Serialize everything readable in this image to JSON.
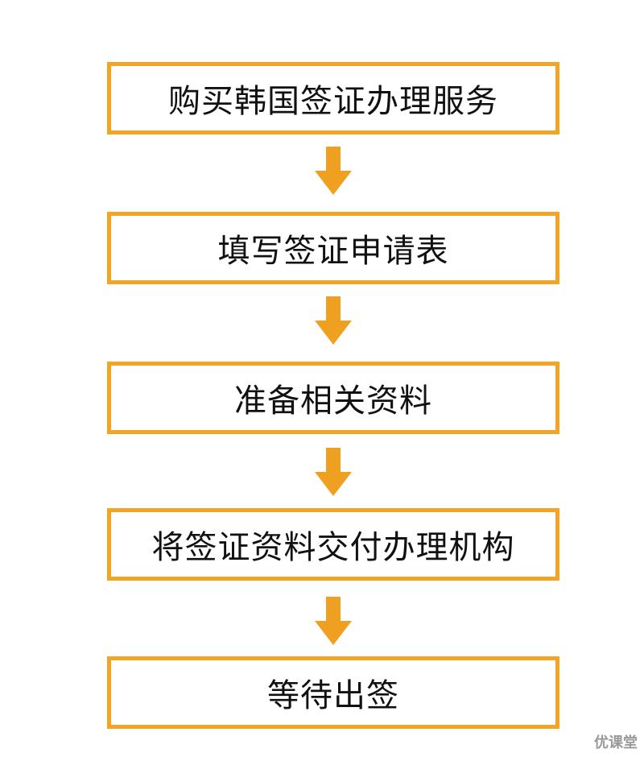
{
  "flowchart": {
    "steps": [
      {
        "label": "购买韩国签证办理服务"
      },
      {
        "label": "填写签证申请表"
      },
      {
        "label": "准备相关资料"
      },
      {
        "label": "将签证资料交付办理机构"
      },
      {
        "label": "等待出签"
      }
    ],
    "colors": {
      "border": "#f2a424",
      "arrow": "#f0a020"
    }
  },
  "watermark": {
    "text": "优课堂"
  }
}
